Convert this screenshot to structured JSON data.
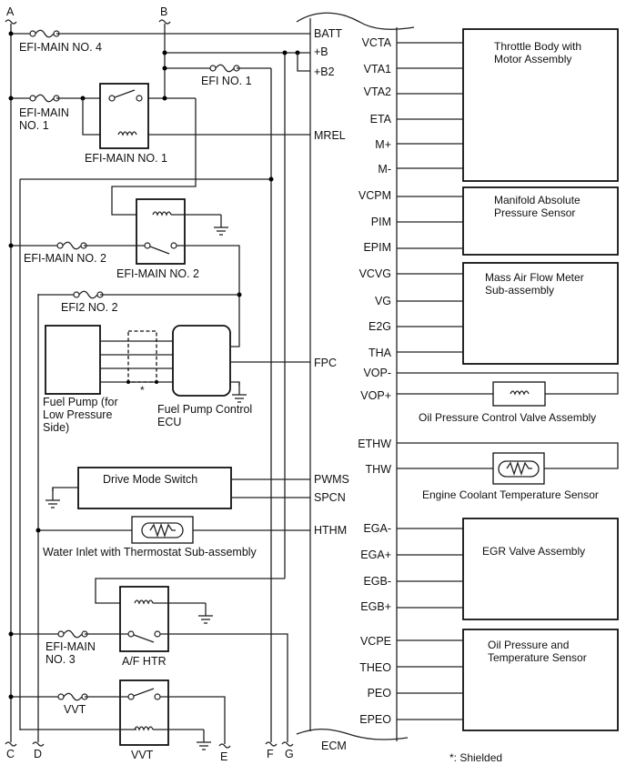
{
  "title": "ECM Power Source & Sensor Wiring Diagram",
  "connectors": [
    "A",
    "B",
    "C",
    "D",
    "E",
    "F",
    "G"
  ],
  "ecm": {
    "label": "ECM",
    "left_pins": [
      "BATT",
      "+B",
      "+B2",
      "MREL",
      "FPC",
      "PWMS",
      "SPCN",
      "HTHM"
    ],
    "right_pins": [
      "VCTA",
      "VTA1",
      "VTA2",
      "ETA",
      "M+",
      "M-",
      "VCPM",
      "PIM",
      "EPIM",
      "VCVG",
      "VG",
      "E2G",
      "THA",
      "VOP-",
      "VOP+",
      "ETHW",
      "THW",
      "EGA-",
      "EGA+",
      "EGB-",
      "EGB+",
      "VCPE",
      "THEO",
      "PEO",
      "EPEO"
    ]
  },
  "fuses": {
    "efi_main_4": "EFI-MAIN NO. 4",
    "efi_no_1": "EFI NO. 1",
    "efi_main_1_l1": "EFI-MAIN",
    "efi_main_1_l2": "NO. 1",
    "efi_main_2": "EFI-MAIN NO. 2",
    "efi2_no_2": "EFI2 NO. 2",
    "efi_main_3_l1": "EFI-MAIN",
    "efi_main_3_l2": "NO. 3",
    "vvt": "VVT"
  },
  "relays": {
    "efi_main_1": "EFI-MAIN NO. 1",
    "efi_main_2": "EFI-MAIN NO. 2",
    "af_htr": "A/F HTR",
    "vvt": "VVT"
  },
  "components": {
    "fuel_pump_l1": "Fuel Pump (for",
    "fuel_pump_l2": "Low Pressure",
    "fuel_pump_l3": "Side)",
    "fp_ecu_l1": "Fuel Pump Control",
    "fp_ecu_l2": "ECU",
    "shield_mark": "*",
    "drive_mode_switch": "Drive Mode Switch",
    "water_inlet": "Water Inlet with Thermostat Sub-assembly",
    "throttle_l1": "Throttle Body with",
    "throttle_l2": "Motor Assembly",
    "map_l1": "Manifold Absolute",
    "map_l2": "Pressure Sensor",
    "maf_l1": "Mass Air Flow Meter",
    "maf_l2": "Sub-assembly",
    "ocv": "Oil Pressure Control Valve Assembly",
    "ect": "Engine Coolant Temperature Sensor",
    "egr": "EGR Valve Assembly",
    "opt_l1": "Oil Pressure and",
    "opt_l2": "Temperature Sensor"
  },
  "legend": {
    "shielded": "*: Shielded"
  }
}
